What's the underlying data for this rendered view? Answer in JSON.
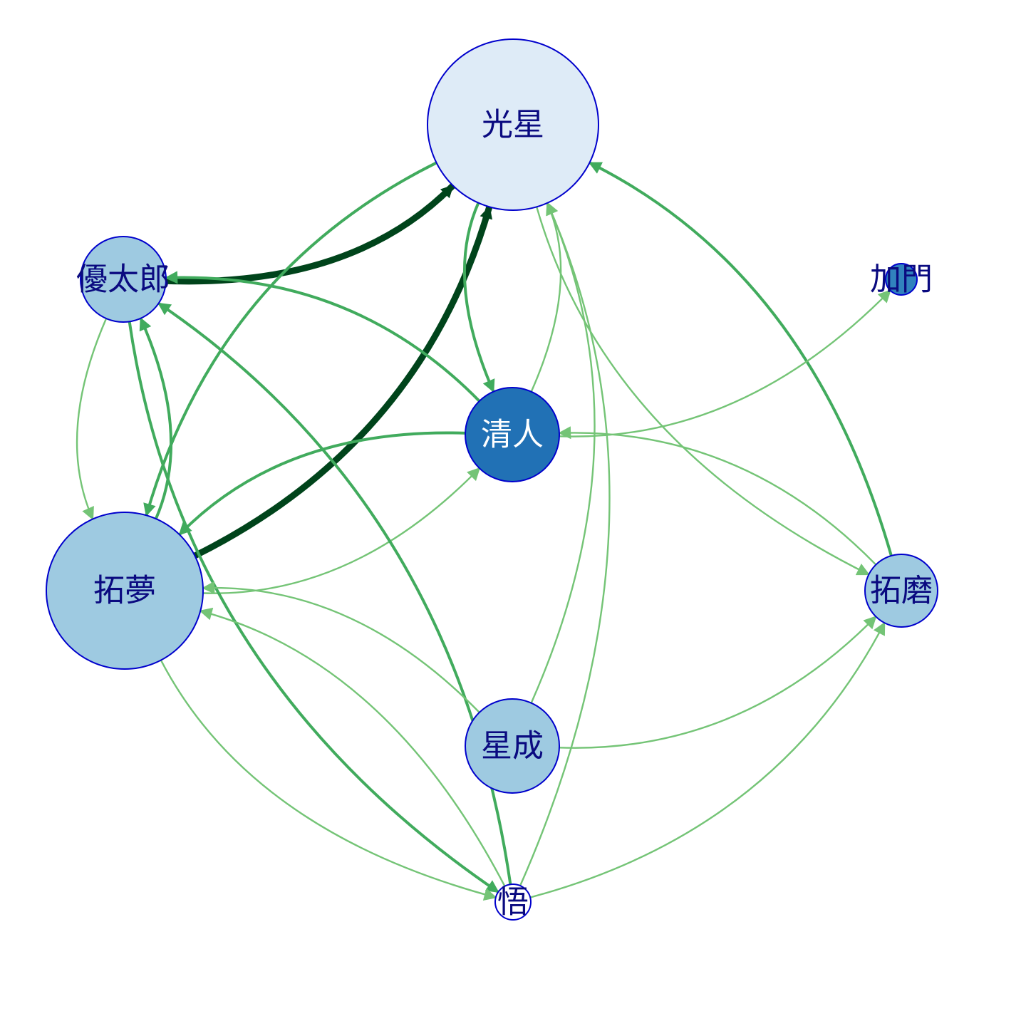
{
  "nodes": [
    {
      "id": "koboshi",
      "label": "光星",
      "fill": "#deebf7",
      "text_color": "#0a0a80"
    },
    {
      "id": "yutaro",
      "label": "優太郎",
      "fill": "#9ecae1",
      "text_color": "#0a0a80"
    },
    {
      "id": "kamon",
      "label": "加門",
      "fill": "#3182bd",
      "text_color": "#0a0a80"
    },
    {
      "id": "kiyoto",
      "label": "清人",
      "fill": "#2171b5",
      "text_color": "#ffffff"
    },
    {
      "id": "takumu",
      "label": "拓夢",
      "fill": "#9ecae1",
      "text_color": "#0a0a80"
    },
    {
      "id": "takuma",
      "label": "拓磨",
      "fill": "#9ecae1",
      "text_color": "#0a0a80"
    },
    {
      "id": "seina",
      "label": "星成",
      "fill": "#9ecae1",
      "text_color": "#0a0a80"
    },
    {
      "id": "satoru",
      "label": "悟",
      "fill": "#ffffff",
      "text_color": "#0a0a80"
    }
  ],
  "edges": [
    {
      "from": "yutaro",
      "to": "koboshi",
      "weight": 5
    },
    {
      "from": "takumu",
      "to": "koboshi",
      "weight": 5
    },
    {
      "from": "koboshi",
      "to": "kiyoto",
      "weight": 2
    },
    {
      "from": "kiyoto",
      "to": "koboshi",
      "weight": 1
    },
    {
      "from": "koboshi",
      "to": "takumu",
      "weight": 2
    },
    {
      "from": "takuma",
      "to": "koboshi",
      "weight": 2
    },
    {
      "from": "koboshi",
      "to": "takuma",
      "weight": 1
    },
    {
      "from": "seina",
      "to": "koboshi",
      "weight": 1
    },
    {
      "from": "satoru",
      "to": "koboshi",
      "weight": 1
    },
    {
      "from": "kiyoto",
      "to": "yutaro",
      "weight": 2
    },
    {
      "from": "kiyoto",
      "to": "kamon",
      "weight": 1
    },
    {
      "from": "kiyoto",
      "to": "takumu",
      "weight": 2
    },
    {
      "from": "takumu",
      "to": "kiyoto",
      "weight": 1
    },
    {
      "from": "takuma",
      "to": "kiyoto",
      "weight": 1
    },
    {
      "from": "takumu",
      "to": "yutaro",
      "weight": 2
    },
    {
      "from": "yutaro",
      "to": "takumu",
      "weight": 1
    },
    {
      "from": "satoru",
      "to": "yutaro",
      "weight": 2
    },
    {
      "from": "yutaro",
      "to": "satoru",
      "weight": 2
    },
    {
      "from": "seina",
      "to": "takumu",
      "weight": 1
    },
    {
      "from": "satoru",
      "to": "takumu",
      "weight": 1
    },
    {
      "from": "takumu",
      "to": "satoru",
      "weight": 1
    },
    {
      "from": "seina",
      "to": "takuma",
      "weight": 1
    },
    {
      "from": "satoru",
      "to": "takuma",
      "weight": 1
    }
  ],
  "colors": {
    "node_border": "#0000cc",
    "edge_light": "#74c476",
    "edge_medium": "#41ab5d",
    "edge_dark": "#00441b"
  }
}
